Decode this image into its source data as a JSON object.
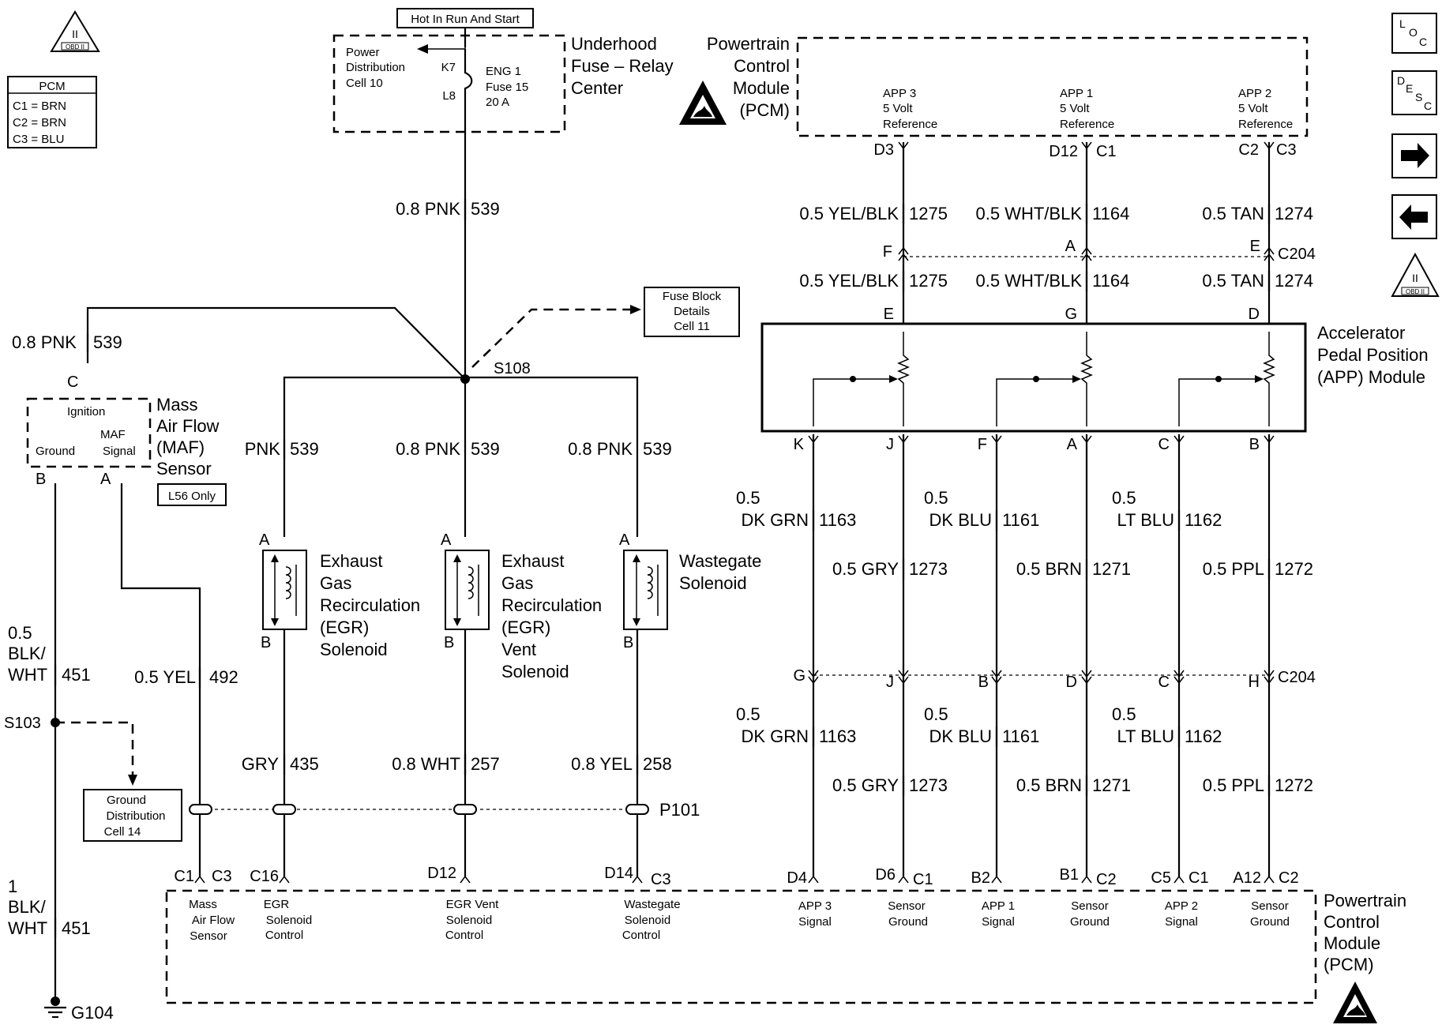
{
  "header": {
    "hot_label": "Hot In Run And Start"
  },
  "pcm_key": {
    "title": "PCM",
    "rows": [
      "C1 = BRN",
      "C2 = BRN",
      "C3 = BLU"
    ]
  },
  "nav_buttons": {
    "loc": [
      "L",
      "O",
      "C"
    ],
    "desc": [
      "D",
      "E",
      "S",
      "C"
    ]
  },
  "obd_badge": [
    "II",
    "OBD II"
  ],
  "fuse_center": {
    "box_lines": [
      "Power",
      "Distribution",
      "Cell 10"
    ],
    "pin_top": "K7",
    "pin_bottom": "L8",
    "fuse_lines": [
      "ENG 1",
      "Fuse 15",
      "20 A"
    ],
    "title_lines": [
      "Underhood",
      "Fuse – Relay",
      "Center"
    ]
  },
  "pcm_top": {
    "title_lines": [
      "Powertrain",
      "Control",
      "Module",
      "(PCM)"
    ],
    "refs": [
      {
        "lines": [
          "APP 3",
          "5 Volt",
          "Reference"
        ]
      },
      {
        "lines": [
          "APP 1",
          "5 Volt",
          "Reference"
        ]
      },
      {
        "lines": [
          "APP 2",
          "5 Volt",
          "Reference"
        ]
      }
    ],
    "pins": [
      "D3",
      "D12",
      "C1",
      "C2",
      "C3"
    ]
  },
  "wires": {
    "pnk_main": [
      "0.8 PNK",
      "539"
    ],
    "pnk_maf": [
      "0.8 PNK",
      "539"
    ],
    "pnk_egr": [
      "PNK",
      "539"
    ],
    "pnk_vent": [
      "0.8 PNK",
      "539"
    ],
    "pnk_wg": [
      "0.8 PNK",
      "539"
    ],
    "ref_upper": [
      [
        "0.5 YEL/BLK",
        "1275"
      ],
      [
        "0.5 WHT/BLK",
        "1164"
      ],
      [
        "0.5 TAN",
        "1274"
      ]
    ],
    "ref_lower": [
      [
        "0.5 YEL/BLK",
        "1275"
      ],
      [
        "0.5 WHT/BLK",
        "1164"
      ],
      [
        "0.5 TAN",
        "1274"
      ]
    ],
    "ground": [
      "0.5",
      "BLK/",
      "WHT",
      "451"
    ],
    "ground2": [
      "1",
      "BLK/",
      "WHT",
      "451"
    ],
    "maf_sig": [
      "0.5 YEL",
      "492"
    ],
    "egr_ctrl": [
      "GRY",
      "435"
    ],
    "vent_ctrl": [
      "0.8 WHT",
      "257"
    ],
    "wg_ctrl": [
      "0.8 YEL",
      "258"
    ],
    "app_upper": [
      {
        "gauge": "0.5",
        "color": "DK GRN",
        "circuit": "1163"
      },
      {
        "gauge": "",
        "color": "0.5 GRY",
        "circuit": "1273"
      },
      {
        "gauge": "0.5",
        "color": "DK BLU",
        "circuit": "1161"
      },
      {
        "gauge": "",
        "color": "0.5 BRN",
        "circuit": "1271"
      },
      {
        "gauge": "0.5",
        "color": "LT BLU",
        "circuit": "1162"
      },
      {
        "gauge": "",
        "color": "0.5 PPL",
        "circuit": "1272"
      }
    ]
  },
  "c204": {
    "label": "C204",
    "upper_pins": [
      "F",
      "A",
      "E"
    ],
    "lower_pins": [
      "G",
      "J",
      "B",
      "D",
      "C",
      "H"
    ]
  },
  "fuse_block_ref": [
    "Fuse Block",
    "Details",
    "Cell 11"
  ],
  "splice_s108": "S108",
  "splice_s103": "S103",
  "ground_dist": [
    "Ground",
    "Distribution",
    "Cell 14"
  ],
  "maf": {
    "pins": [
      "C",
      "B",
      "A"
    ],
    "inner": [
      "Ignition",
      "MAF",
      "Signal",
      "Ground"
    ],
    "title_lines": [
      "Mass",
      "Air Flow",
      "(MAF)",
      "Sensor"
    ],
    "option": "L56 Only"
  },
  "app_module": {
    "top_pins": [
      "E",
      "G",
      "D"
    ],
    "bottom_pins": [
      "K",
      "J",
      "F",
      "A",
      "C",
      "B"
    ],
    "title_lines": [
      "Accelerator",
      "Pedal Position",
      "(APP) Module"
    ]
  },
  "solenoids": [
    {
      "pin_a": "A",
      "pin_b": "B",
      "title_lines": [
        "Exhaust",
        "Gas",
        "Recirculation",
        "(EGR)",
        "Solenoid"
      ]
    },
    {
      "pin_a": "A",
      "pin_b": "B",
      "title_lines": [
        "Exhaust",
        "Gas",
        "Recirculation",
        "(EGR)",
        "Vent",
        "Solenoid"
      ]
    },
    {
      "pin_a": "A",
      "pin_b": "B",
      "title_lines": [
        "Wastegate",
        "Solenoid"
      ]
    }
  ],
  "p101": "P101",
  "pcm_bottom": {
    "pins": [
      "C1",
      "C3",
      "C16",
      "D12",
      "D14",
      "C3",
      "D4",
      "D6",
      "C1",
      "B2",
      "B1",
      "C2",
      "C5",
      "C1",
      "A12",
      "C2"
    ],
    "functions": [
      [
        "Mass",
        "Air Flow",
        "Sensor"
      ],
      [
        "EGR",
        "Solenoid",
        "Control"
      ],
      [
        "EGR Vent",
        "Solenoid",
        "Control"
      ],
      [
        "Wastegate",
        "Solenoid",
        "Control"
      ],
      [
        "APP 3",
        "Signal"
      ],
      [
        "Sensor",
        "Ground"
      ],
      [
        "APP 1",
        "Signal"
      ],
      [
        "Sensor",
        "Ground"
      ],
      [
        "APP 2",
        "Signal"
      ],
      [
        "Sensor",
        "Ground"
      ]
    ],
    "title_lines": [
      "Powertrain",
      "Control",
      "Module",
      "(PCM)"
    ]
  },
  "ground_g104": "G104"
}
